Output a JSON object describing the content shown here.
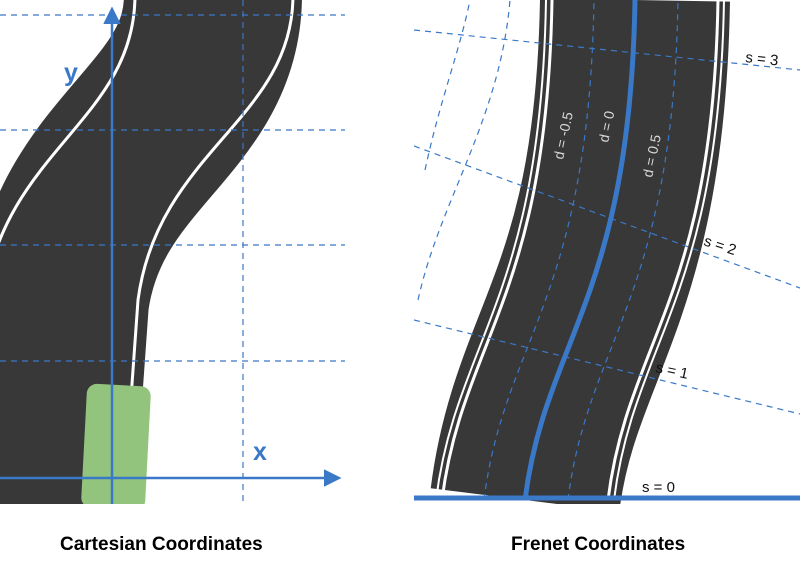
{
  "colors": {
    "road": "#383838",
    "road_line": "#ffffff",
    "axis_blue": "#3a78c8",
    "grid_blue": "#3a78c8",
    "car_green": "#93c47d",
    "label_dark": "#111111",
    "label_light": "#d8d8d8"
  },
  "cartesian": {
    "x_label": "x",
    "y_label": "y",
    "caption": "Cartesian Coordinates"
  },
  "frenet": {
    "s_labels": [
      "s = 0",
      "s = 1",
      "s = 2",
      "s = 3"
    ],
    "d_labels": [
      "d = -0.5",
      "d = 0",
      "d = 0.5"
    ],
    "caption": "Frenet Coordinates"
  }
}
